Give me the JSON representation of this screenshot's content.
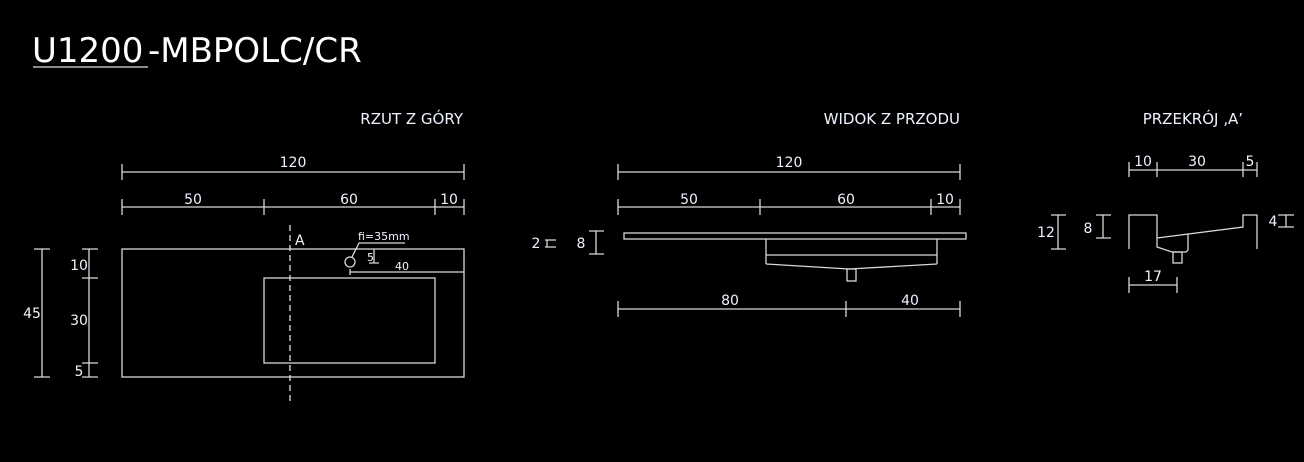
{
  "title": {
    "model": "U1200",
    "suffix": "-MBPOLC/CR"
  },
  "top_view": {
    "label": "RZUT Z GÓRY",
    "dims": {
      "total_width": "120",
      "left": "50",
      "basin": "60",
      "right": "10",
      "depth": "45",
      "back": "10",
      "basin_depth": "30",
      "front": "5",
      "hole_offset_y": "5",
      "hole_offset_x": "40"
    },
    "section_marker": "A",
    "hole_label": "fi=35mm"
  },
  "front_view": {
    "label": "WIDOK Z PRZODU",
    "dims": {
      "total_width": "120",
      "left": "50",
      "basin": "60",
      "right": "10",
      "slab": "2",
      "height": "8",
      "bottom_left": "80",
      "bottom_right": "40"
    }
  },
  "section_view": {
    "label": "PRZEKRÓJ ‚A’",
    "dims": {
      "back": "10",
      "basin": "30",
      "front": "5",
      "total_height": "12",
      "basin_height": "8",
      "front_lip": "4",
      "drain_offset": "17"
    }
  }
}
